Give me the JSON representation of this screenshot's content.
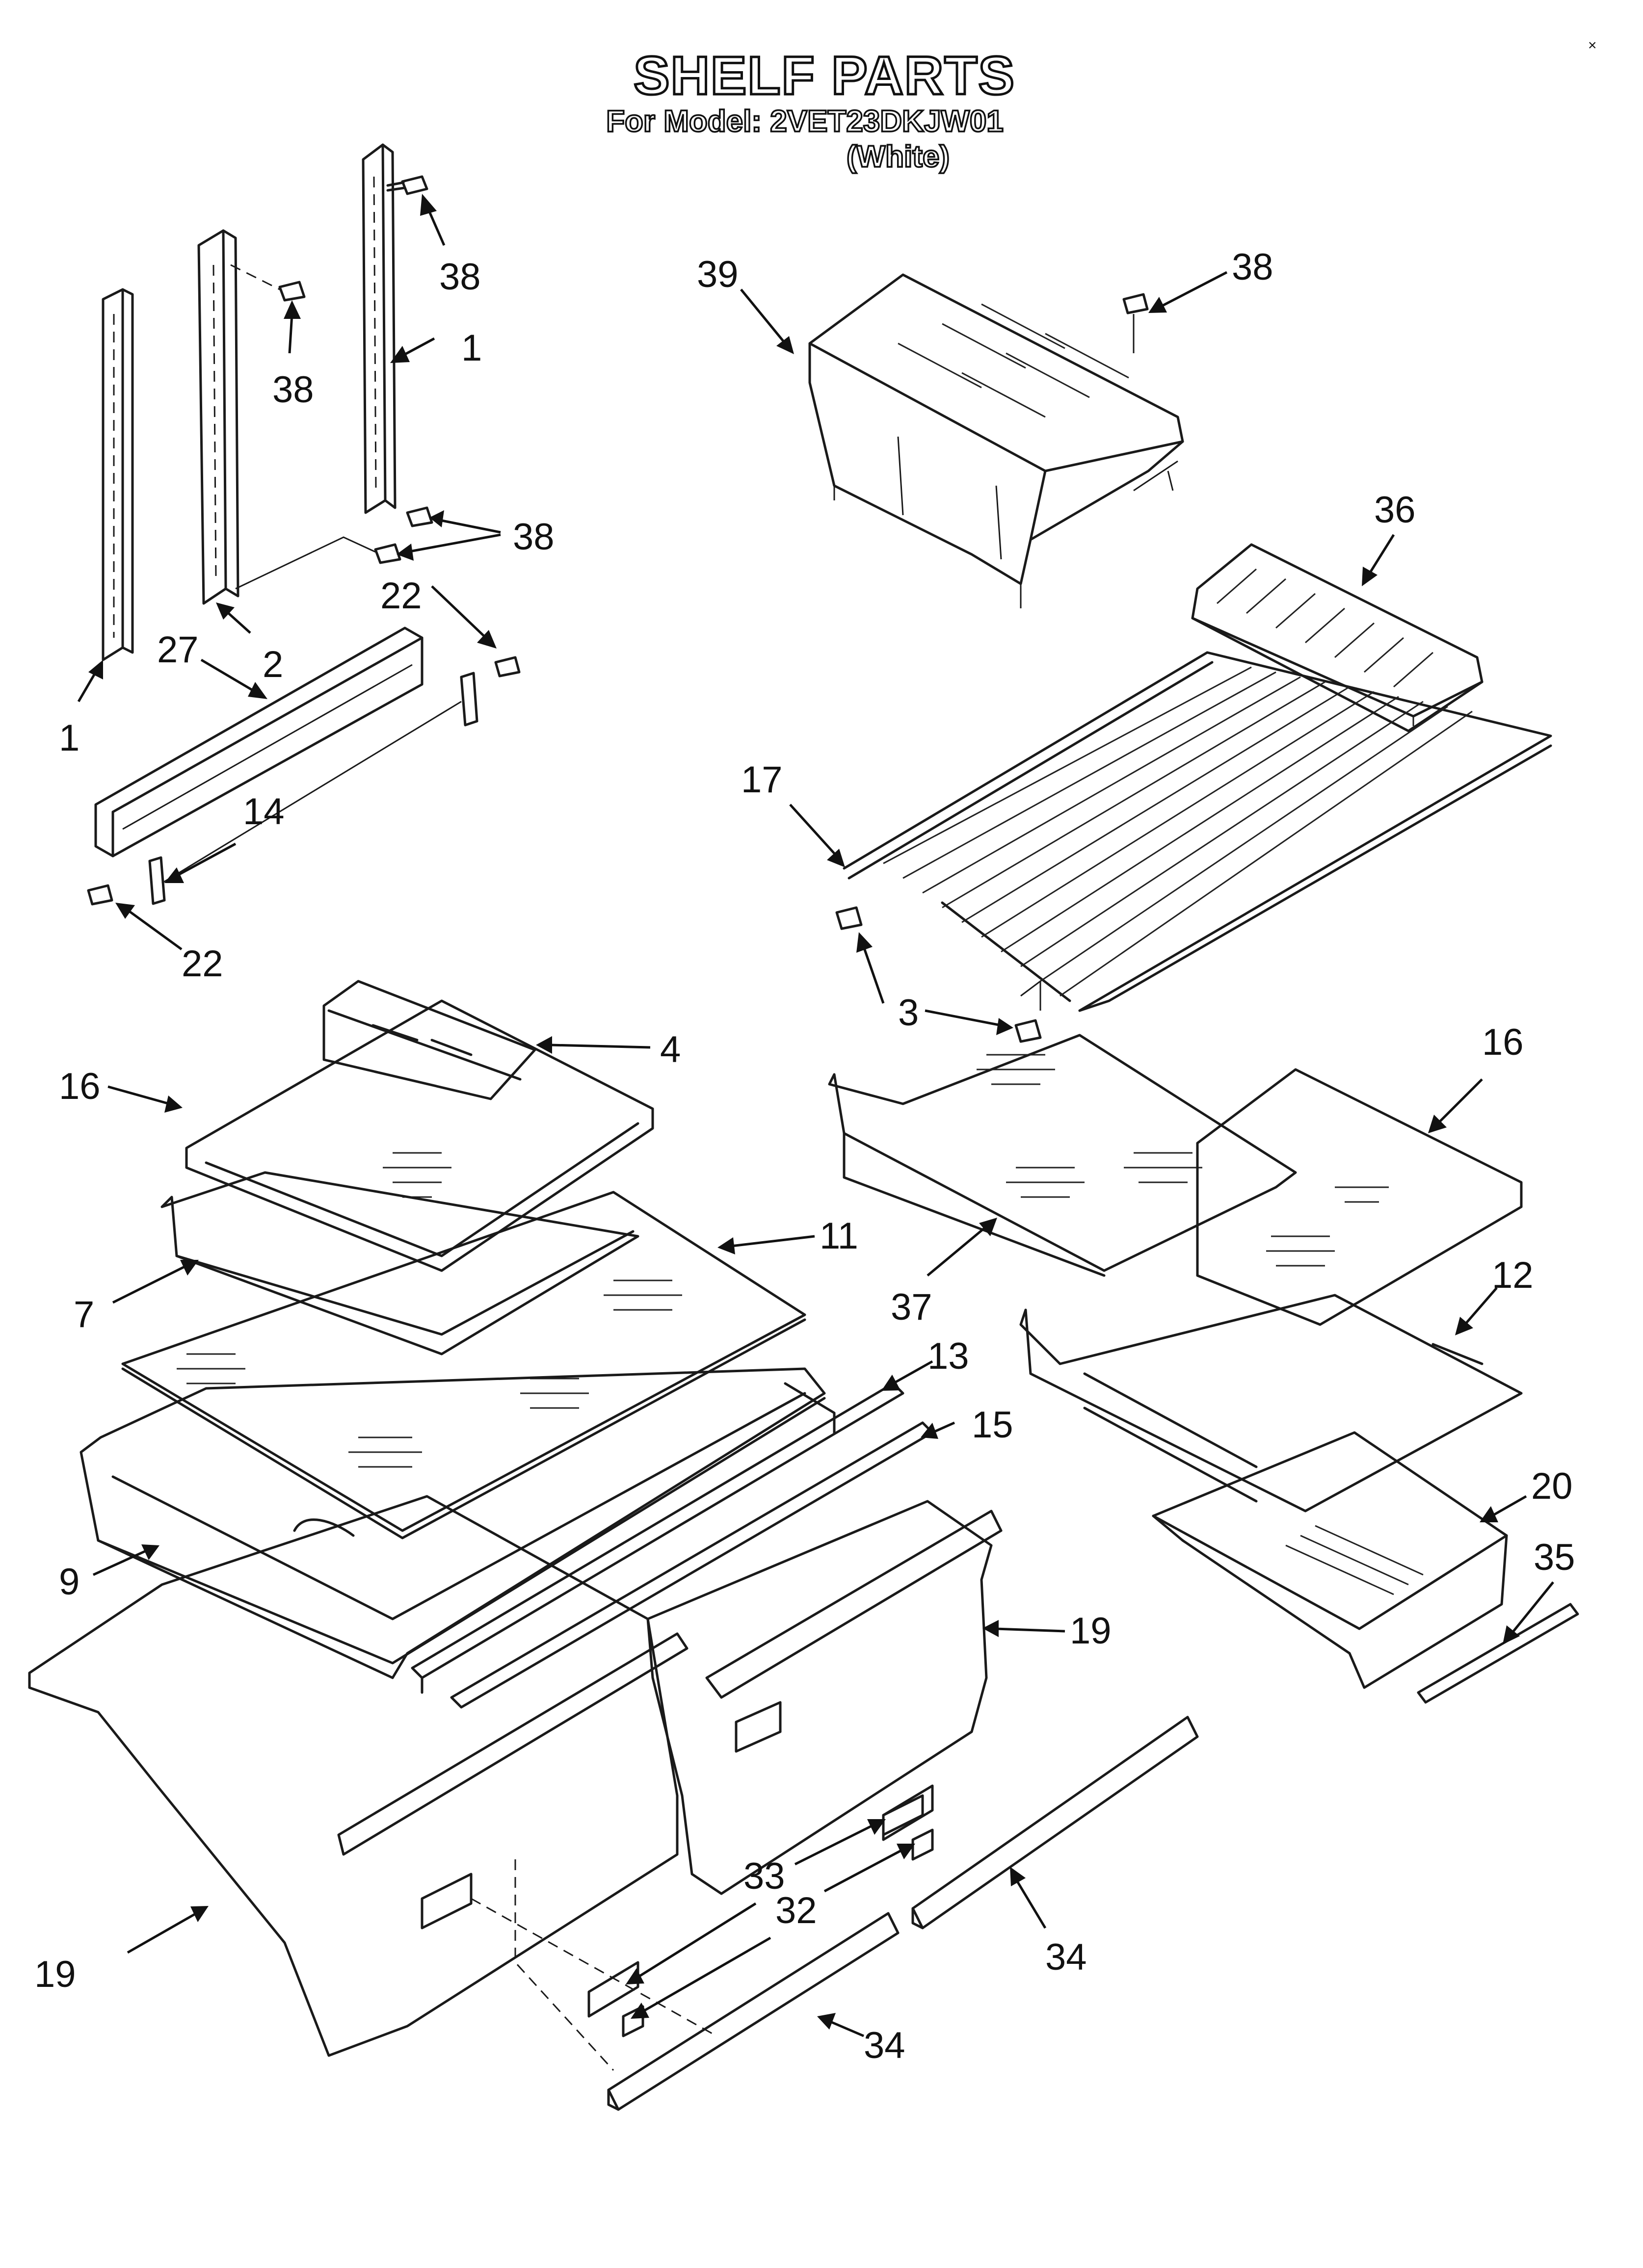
{
  "title": "SHELF PARTS",
  "model_line": "For Model: 2VET23DKJW01",
  "color_line": "(White)",
  "callouts": [
    {
      "id": "c1a",
      "text": "1"
    },
    {
      "id": "c1b",
      "text": "1"
    },
    {
      "id": "c2",
      "text": "2"
    },
    {
      "id": "c27",
      "text": "27"
    },
    {
      "id": "c38a",
      "text": "38"
    },
    {
      "id": "c38b",
      "text": "38"
    },
    {
      "id": "c38c",
      "text": "38"
    },
    {
      "id": "c38d",
      "text": "38"
    },
    {
      "id": "c22a",
      "text": "22"
    },
    {
      "id": "c22b",
      "text": "22"
    },
    {
      "id": "c14",
      "text": "14"
    },
    {
      "id": "c39",
      "text": "39"
    },
    {
      "id": "c36",
      "text": "36"
    },
    {
      "id": "c17",
      "text": "17"
    },
    {
      "id": "c3",
      "text": "3"
    },
    {
      "id": "c4",
      "text": "4"
    },
    {
      "id": "c16a",
      "text": "16"
    },
    {
      "id": "c16b",
      "text": "16"
    },
    {
      "id": "c11",
      "text": "11"
    },
    {
      "id": "c7",
      "text": "7"
    },
    {
      "id": "c37",
      "text": "37"
    },
    {
      "id": "c12",
      "text": "12"
    },
    {
      "id": "c13",
      "text": "13"
    },
    {
      "id": "c15",
      "text": "15"
    },
    {
      "id": "c20",
      "text": "20"
    },
    {
      "id": "c35",
      "text": "35"
    },
    {
      "id": "c9",
      "text": "9"
    },
    {
      "id": "c19a",
      "text": "19"
    },
    {
      "id": "c19b",
      "text": "19"
    },
    {
      "id": "c33",
      "text": "33"
    },
    {
      "id": "c32",
      "text": "32"
    },
    {
      "id": "c34a",
      "text": "34"
    },
    {
      "id": "c34b",
      "text": "34"
    }
  ]
}
